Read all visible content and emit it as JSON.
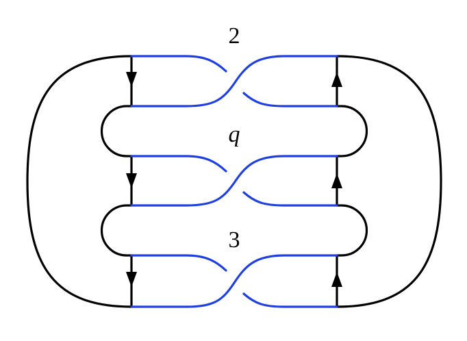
{
  "diagram": {
    "labels": {
      "top": "2",
      "middle": "q",
      "bottom": "3"
    },
    "colors": {
      "frame": "#000000",
      "strand": "#1f3fe0",
      "background": "#ffffff"
    }
  }
}
